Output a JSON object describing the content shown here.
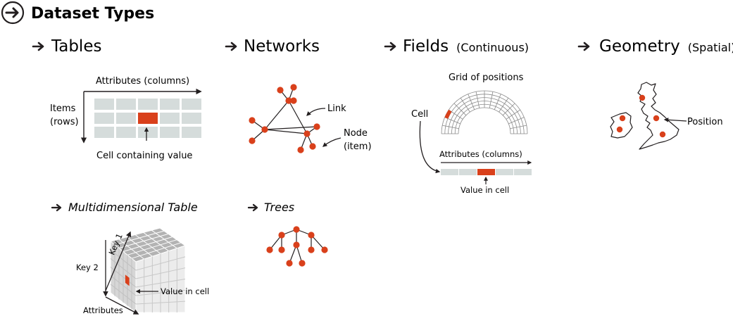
{
  "header": {
    "title": "Dataset Types"
  },
  "sections": {
    "tables": {
      "title": "Tables",
      "attributes_label": "Attributes (columns)",
      "items_label_line1": "Items",
      "items_label_line2": "(rows)",
      "cell_label": "Cell containing value"
    },
    "networks": {
      "title": "Networks",
      "link_label": "Link",
      "node_label_line1": "Node",
      "node_label_line2": "(item)"
    },
    "fields": {
      "title": "Fields",
      "subtitle": "(Continuous)",
      "grid_label": "Grid of positions",
      "cell_label": "Cell",
      "attributes_label": "Attributes (columns)",
      "value_label": "Value in cell"
    },
    "geometry": {
      "title": "Geometry",
      "subtitle": "(Spatial)",
      "position_label": "Position"
    },
    "multidim": {
      "title": "Multidimensional Table",
      "key1_label": "Key 1",
      "key2_label": "Key 2",
      "attributes_label": "Attributes",
      "value_label": "Value in cell"
    },
    "trees": {
      "title": "Trees"
    }
  },
  "colors": {
    "accent": "#d9401b",
    "cell_gray": "#d5dcdb",
    "line": "#231f20",
    "cube_top": "#b3b3b3",
    "cube_side": "#d6d6d6",
    "cube_front": "#ececec"
  }
}
